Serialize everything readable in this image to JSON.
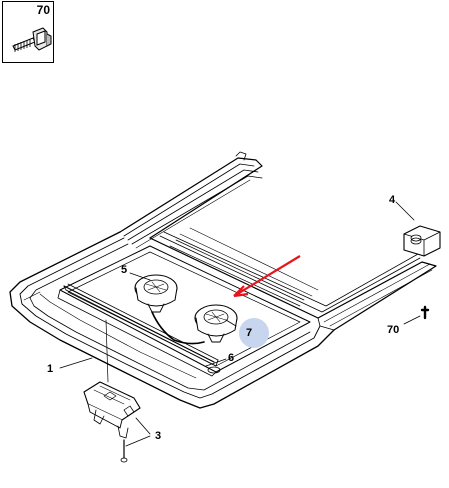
{
  "inset": {
    "ref": "70",
    "icon": "bolt-with-clip-icon"
  },
  "callouts": [
    {
      "id": "c1",
      "text": "1"
    },
    {
      "id": "c3",
      "text": "3"
    },
    {
      "id": "c4",
      "text": "4"
    },
    {
      "id": "c5",
      "text": "5"
    },
    {
      "id": "c6",
      "text": "6"
    },
    {
      "id": "c7",
      "text": "7"
    },
    {
      "id": "c70",
      "text": "70"
    }
  ],
  "colors": {
    "line": "#000000",
    "highlight_arrow": "#e8141c",
    "callout_highlight": "#c7d6ee"
  }
}
